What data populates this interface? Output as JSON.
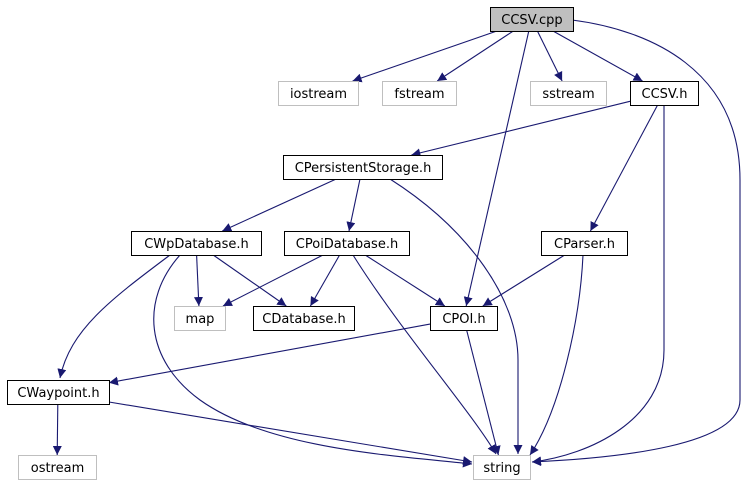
{
  "colors": {
    "edge": "#191970",
    "documented_border": "#000000",
    "external_border": "#bfbfbf",
    "highlight_fill": "#bfbfbf",
    "node_fill": "#ffffff"
  },
  "nodes": [
    {
      "id": "ccsv_cpp",
      "label": "CCSV.cpp",
      "kind": "highlight"
    },
    {
      "id": "iostream",
      "label": "iostream",
      "kind": "external"
    },
    {
      "id": "fstream",
      "label": "fstream",
      "kind": "external"
    },
    {
      "id": "sstream",
      "label": "sstream",
      "kind": "external"
    },
    {
      "id": "ccsv_h",
      "label": "CCSV.h",
      "kind": "documented"
    },
    {
      "id": "cpersistentstorage_h",
      "label": "CPersistentStorage.h",
      "kind": "documented"
    },
    {
      "id": "cwpdatabase_h",
      "label": "CWpDatabase.h",
      "kind": "documented"
    },
    {
      "id": "cpoidatabase_h",
      "label": "CPoiDatabase.h",
      "kind": "documented"
    },
    {
      "id": "cparser_h",
      "label": "CParser.h",
      "kind": "documented"
    },
    {
      "id": "map",
      "label": "map",
      "kind": "external"
    },
    {
      "id": "cdatabase_h",
      "label": "CDatabase.h",
      "kind": "documented"
    },
    {
      "id": "cpoi_h",
      "label": "CPOI.h",
      "kind": "documented"
    },
    {
      "id": "cwaypoint_h",
      "label": "CWaypoint.h",
      "kind": "documented"
    },
    {
      "id": "ostream",
      "label": "ostream",
      "kind": "external"
    },
    {
      "id": "string",
      "label": "string",
      "kind": "external"
    }
  ],
  "edges": [
    [
      "ccsv_cpp",
      "iostream"
    ],
    [
      "ccsv_cpp",
      "fstream"
    ],
    [
      "ccsv_cpp",
      "sstream"
    ],
    [
      "ccsv_cpp",
      "ccsv_h"
    ],
    [
      "ccsv_cpp",
      "cpoi_h"
    ],
    [
      "ccsv_cpp",
      "string"
    ],
    [
      "ccsv_h",
      "cpersistentstorage_h"
    ],
    [
      "ccsv_h",
      "cparser_h"
    ],
    [
      "ccsv_h",
      "string"
    ],
    [
      "cpersistentstorage_h",
      "cwpdatabase_h"
    ],
    [
      "cpersistentstorage_h",
      "cpoidatabase_h"
    ],
    [
      "cpersistentstorage_h",
      "string"
    ],
    [
      "cwpdatabase_h",
      "map"
    ],
    [
      "cwpdatabase_h",
      "cdatabase_h"
    ],
    [
      "cwpdatabase_h",
      "cwaypoint_h"
    ],
    [
      "cwpdatabase_h",
      "string"
    ],
    [
      "cpoidatabase_h",
      "map"
    ],
    [
      "cpoidatabase_h",
      "cdatabase_h"
    ],
    [
      "cpoidatabase_h",
      "cpoi_h"
    ],
    [
      "cpoidatabase_h",
      "string"
    ],
    [
      "cparser_h",
      "cpoi_h"
    ],
    [
      "cparser_h",
      "string"
    ],
    [
      "cpoi_h",
      "cwaypoint_h"
    ],
    [
      "cpoi_h",
      "string"
    ],
    [
      "cwaypoint_h",
      "ostream"
    ],
    [
      "cwaypoint_h",
      "string"
    ]
  ]
}
